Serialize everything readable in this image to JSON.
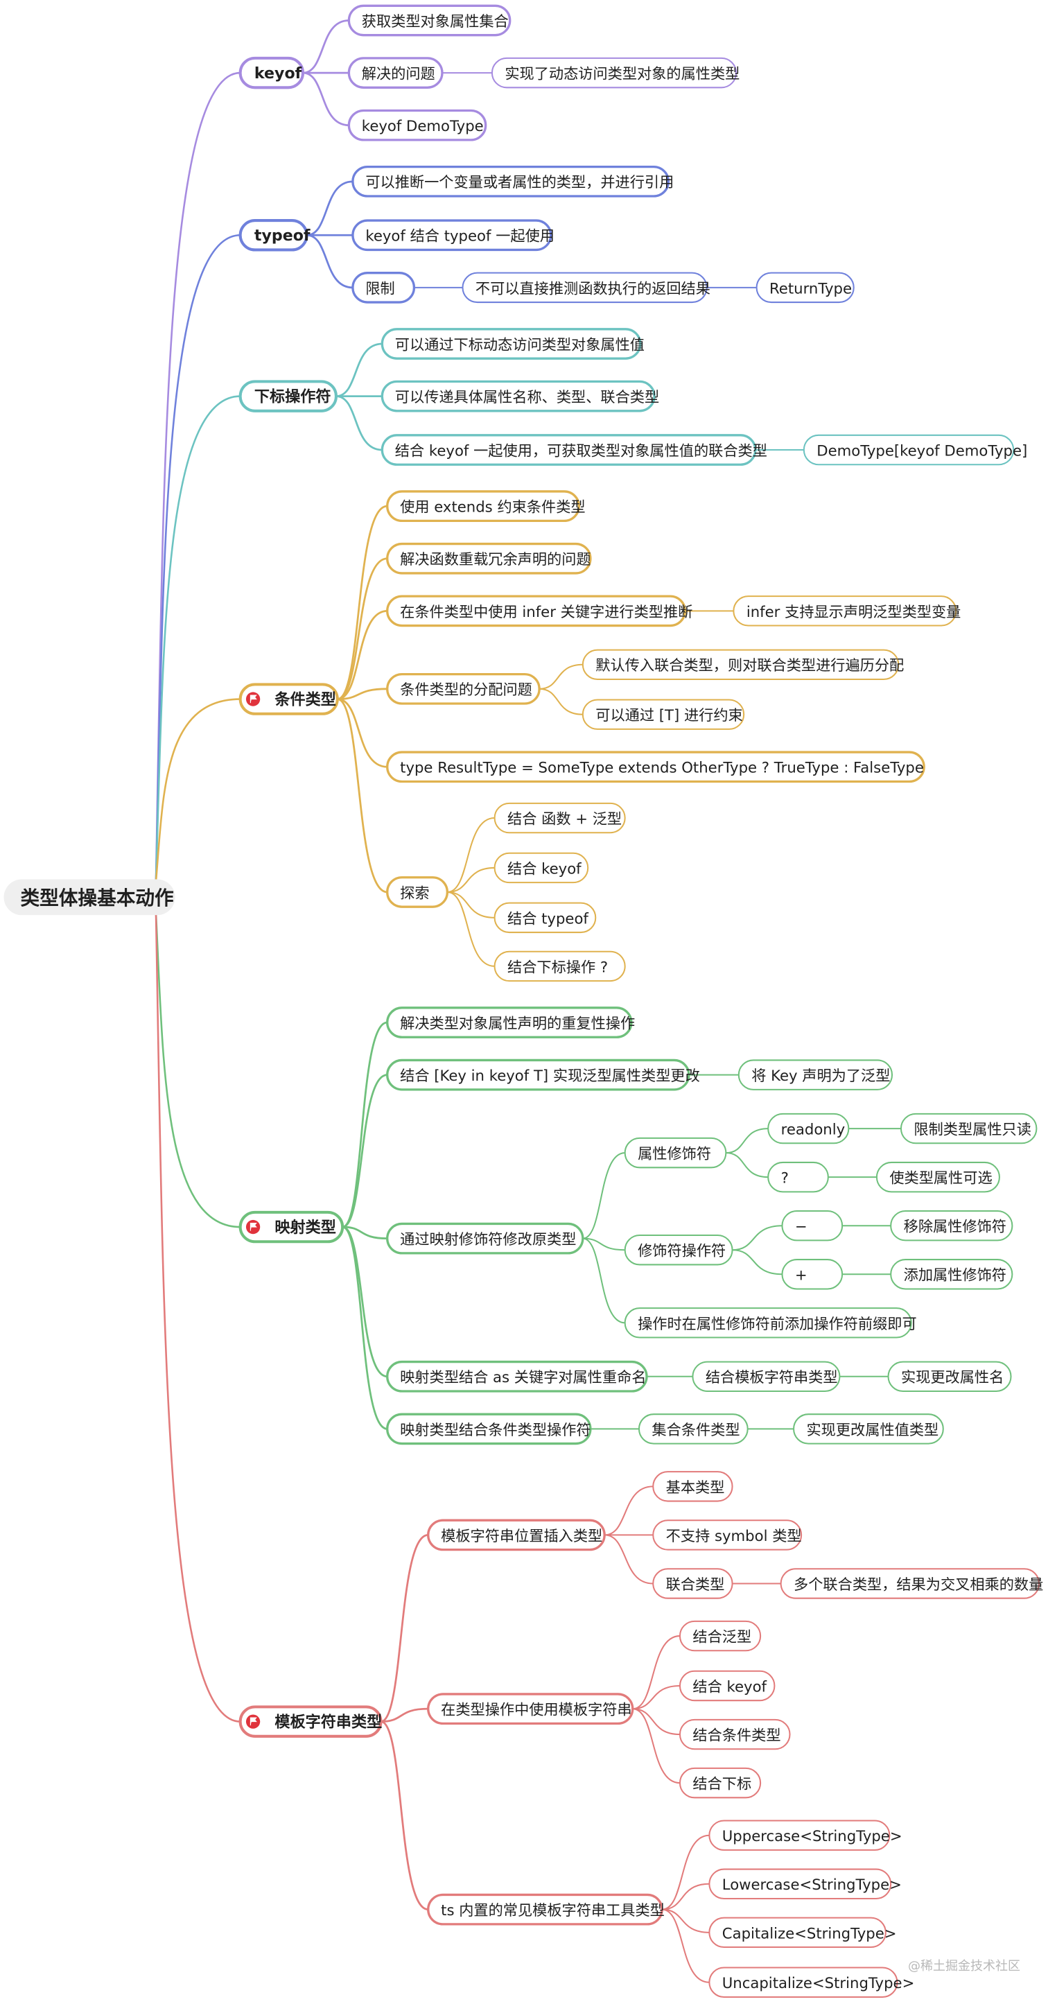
{
  "root": {
    "label": "类型体操基本动作"
  },
  "colors": {
    "keyof": "#a68be0",
    "typeof": "#6f81dc",
    "index": "#6cc3c1",
    "conditional": "#e0b24f",
    "mapped": "#6fc07c",
    "template": "#e27b7b",
    "root_fill": "#efefef",
    "flag": "#e0333c"
  },
  "branches": [
    {
      "key": "keyof",
      "label": "keyof",
      "flag": false,
      "children": [
        {
          "label": "获取类型对象属性集合"
        },
        {
          "label": "解决的问题",
          "children": [
            {
              "label": "实现了动态访问类型对象的属性类型"
            }
          ]
        },
        {
          "label": "keyof DemoType"
        }
      ]
    },
    {
      "key": "typeof",
      "label": "typeof",
      "flag": false,
      "children": [
        {
          "label": "可以推断一个变量或者属性的类型，并进行引用"
        },
        {
          "label": "keyof 结合 typeof 一起使用"
        },
        {
          "label": "限制",
          "children": [
            {
              "label": "不可以直接推测函数执行的返回结果",
              "children": [
                {
                  "label": "ReturnType"
                }
              ]
            }
          ]
        }
      ]
    },
    {
      "key": "index",
      "label": "下标操作符",
      "flag": false,
      "children": [
        {
          "label": "可以通过下标动态访问类型对象属性值"
        },
        {
          "label": "可以传递具体属性名称、类型、联合类型"
        },
        {
          "label": "结合 keyof 一起使用，可获取类型对象属性值的联合类型",
          "children": [
            {
              "label": "DemoType[keyof DemoType]"
            }
          ]
        }
      ]
    },
    {
      "key": "conditional",
      "label": "条件类型",
      "flag": true,
      "children": [
        {
          "label": "使用 extends 约束条件类型"
        },
        {
          "label": "解决函数重载冗余声明的问题"
        },
        {
          "label": "在条件类型中使用 infer 关键字进行类型推断",
          "children": [
            {
              "label": "infer 支持显示声明泛型类型变量"
            }
          ]
        },
        {
          "label": "条件类型的分配问题",
          "children": [
            {
              "label": "默认传入联合类型，则对联合类型进行遍历分配"
            },
            {
              "label": "可以通过 [T] 进行约束"
            }
          ]
        },
        {
          "label": "type ResultType = SomeType extends OtherType ? TrueType : FalseType"
        },
        {
          "label": "探索",
          "children": [
            {
              "label": "结合 函数 + 泛型"
            },
            {
              "label": "结合 keyof"
            },
            {
              "label": "结合 typeof"
            },
            {
              "label": "结合下标操作 ?"
            }
          ]
        }
      ]
    },
    {
      "key": "mapped",
      "label": "映射类型",
      "flag": true,
      "children": [
        {
          "label": "解决类型对象属性声明的重复性操作"
        },
        {
          "label": "结合 [Key in keyof T] 实现泛型属性类型更改",
          "children": [
            {
              "label": "将 Key 声明为了泛型"
            }
          ]
        },
        {
          "label": "通过映射修饰符修改原类型",
          "children": [
            {
              "label": "属性修饰符",
              "children": [
                {
                  "label": "readonly",
                  "children": [
                    {
                      "label": "限制类型属性只读"
                    }
                  ]
                },
                {
                  "label": "?",
                  "children": [
                    {
                      "label": "使类型属性可选"
                    }
                  ]
                }
              ]
            },
            {
              "label": "修饰符操作符",
              "children": [
                {
                  "label": "−",
                  "children": [
                    {
                      "label": "移除属性修饰符"
                    }
                  ]
                },
                {
                  "label": "+",
                  "children": [
                    {
                      "label": "添加属性修饰符"
                    }
                  ]
                }
              ]
            },
            {
              "label": "操作时在属性修饰符前添加操作符前缀即可"
            }
          ]
        },
        {
          "label": "映射类型结合 as 关键字对属性重命名",
          "children": [
            {
              "label": "结合模板字符串类型",
              "children": [
                {
                  "label": "实现更改属性名"
                }
              ]
            }
          ]
        },
        {
          "label": "映射类型结合条件类型操作符",
          "children": [
            {
              "label": "集合条件类型",
              "children": [
                {
                  "label": "实现更改属性值类型"
                }
              ]
            }
          ]
        }
      ]
    },
    {
      "key": "template",
      "label": "模板字符串类型",
      "flag": true,
      "children": [
        {
          "label": "模板字符串位置插入类型",
          "children": [
            {
              "label": "基本类型"
            },
            {
              "label": "不支持 symbol 类型"
            },
            {
              "label": "联合类型",
              "children": [
                {
                  "label": "多个联合类型，结果为交叉相乘的数量"
                }
              ]
            }
          ]
        },
        {
          "label": "在类型操作中使用模板字符串",
          "children": [
            {
              "label": "结合泛型"
            },
            {
              "label": "结合 keyof"
            },
            {
              "label": "结合条件类型"
            },
            {
              "label": "结合下标"
            }
          ]
        },
        {
          "label": "ts 内置的常见模板字符串工具类型",
          "children": [
            {
              "label": "Uppercase<StringType>"
            },
            {
              "label": "Lowercase<StringType>"
            },
            {
              "label": "Capitalize<StringType>"
            },
            {
              "label": "Uncapitalize<StringType>"
            }
          ]
        }
      ]
    }
  ],
  "watermark": "@稀土掘金技术社区"
}
